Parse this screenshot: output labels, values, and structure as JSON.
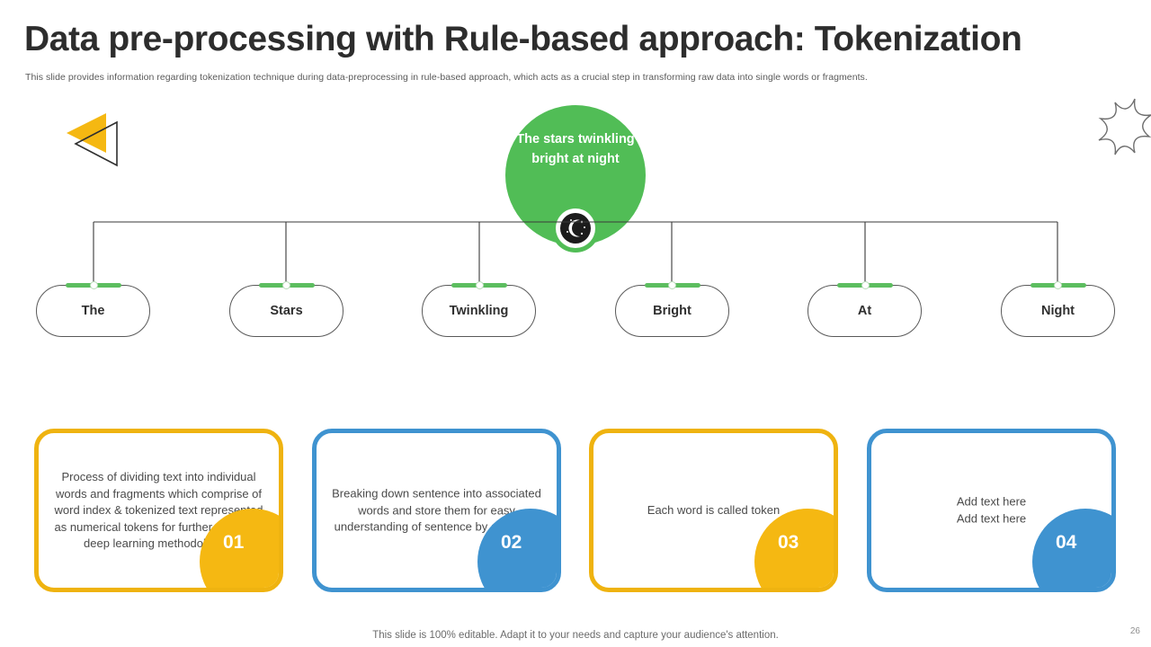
{
  "slide": {
    "title": "Data pre-processing with Rule-based approach: Tokenization",
    "subtitle": "This slide provides information regarding tokenization technique during data-preprocessing in rule-based approach, which acts as a crucial step in transforming raw data into single words or fragments.",
    "footer_note": "This slide is 100% editable. Adapt it to your needs and capture your audience's attention.",
    "page_number": "26"
  },
  "colors": {
    "green": "#51bd56",
    "green_accent": "#5cbd5f",
    "yellow": "#efb310",
    "yellow_badge": "#f5b812",
    "blue": "#3f93d0",
    "title": "#2d2d2d",
    "body_text": "#4a4a4a"
  },
  "sentence": {
    "text": "The stars twinkling bright at night",
    "icon": "night-moon-stars-icon"
  },
  "decorations": {
    "left": "left-arrow-triangle-icon",
    "right": "starburst-sparkle-icon"
  },
  "tokens": [
    {
      "label": "The"
    },
    {
      "label": "Stars"
    },
    {
      "label": "Twinkling"
    },
    {
      "label": "Bright"
    },
    {
      "label": "At"
    },
    {
      "label": "Night"
    }
  ],
  "cards": [
    {
      "number": "01",
      "color": "yellow",
      "text": "Process of dividing text into individual words and fragments which comprise of word index & tokenized text represented as numerical tokens for further usage by deep learning methodologies"
    },
    {
      "number": "02",
      "color": "blue",
      "text": "Breaking down sentence into associated words and store them for easy understanding of sentence by algorithm"
    },
    {
      "number": "03",
      "color": "yellow",
      "text": "Each word is called token"
    },
    {
      "number": "04",
      "color": "blue",
      "text": "Add text here\nAdd text here"
    }
  ]
}
